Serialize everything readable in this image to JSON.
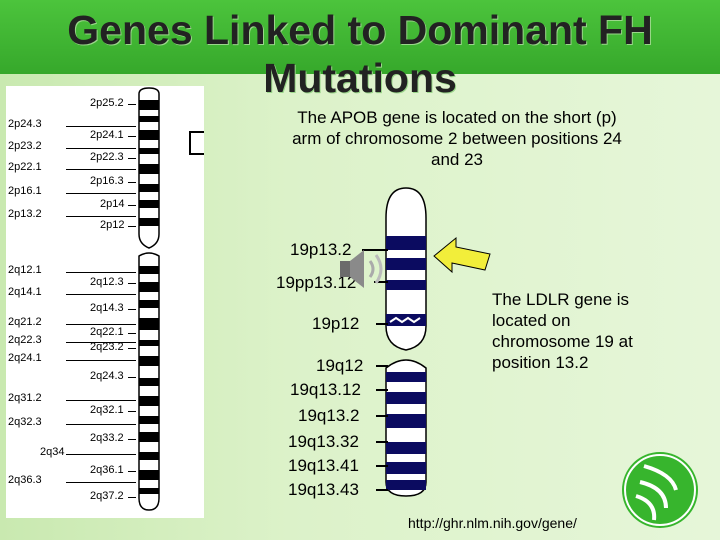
{
  "title": "Genes Linked to Dominant FH Mutations",
  "apob_text": "The APOB gene is located on the short (p) arm of chromosome 2 between positions 24 and 23",
  "ldlr_text": "The LDLR gene is located on chromosome 19 at position 13.2",
  "url": "http://ghr.nlm.nih.gov/gene/",
  "chr2_left_labels": [
    "2p24.3",
    "2p23.2",
    "2p22.1",
    "2p16.1",
    "2p13.2",
    "2q12.1",
    "2q14.1",
    "2q21.2",
    "2q22.3",
    "2q24.1",
    "2q31.2",
    "2q32.3",
    "2q34",
    "2q36.3"
  ],
  "chr2_right_labels": [
    "2p25.2",
    "2p24.1",
    "2p22.3",
    "2p16.3",
    "2p14",
    "2p12",
    "2q12.3",
    "2q14.3",
    "2q22.1",
    "2q23.2",
    "2q24.3",
    "2q32.1",
    "2q33.2",
    "2q36.1",
    "2q37.2"
  ],
  "chr19_labels": [
    "19p13.2",
    "19pp13.12",
    "19p12",
    "19q12",
    "19q13.12",
    "19q13.2",
    "19q13.32",
    "19q13.41",
    "19q13.43"
  ],
  "icons": [
    "speaker-icon",
    "arrow-icon",
    "logo-icon"
  ],
  "colors": {
    "header": "#3db630",
    "arrow": "#f2ee3a",
    "band": "#0b0b60"
  }
}
